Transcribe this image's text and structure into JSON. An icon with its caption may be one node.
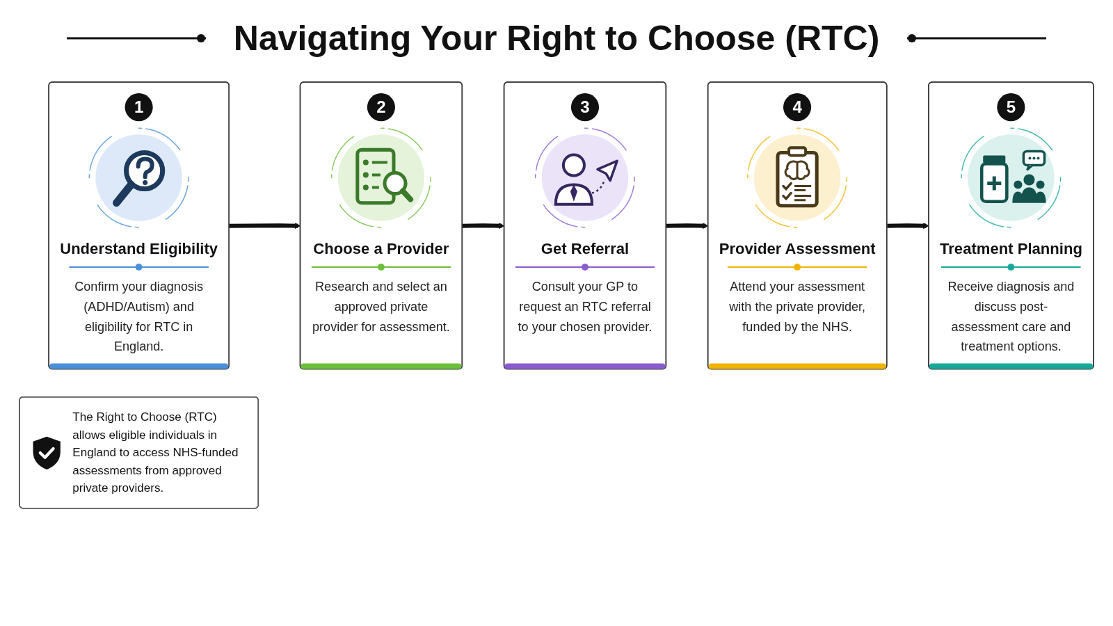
{
  "diagram": {
    "title": "Navigating Your Right to Choose (RTC)",
    "nodes": [
      {
        "text": [
          "1",
          "Understand Eligibility",
          "Confirm your diagnosis (ADHD/Autism) and eligibility for RTC in England."
        ]
      },
      {
        "text": [
          "2",
          "Choose a Provider",
          "Research and select an approved private provider for assessment."
        ]
      },
      {
        "text": [
          "3",
          "Get Referral",
          "Consult your GP to request an RTC referral to your chosen provider."
        ]
      },
      {
        "text": [
          "4",
          "Provider Assessment",
          "Attend your assessment with the private provider, funded by the NHS."
        ]
      },
      {
        "text": [
          "5",
          "Treatment Planning",
          "Receive diagnosis and discuss post-assessment care and treatment options."
        ]
      },
      {
        "text": [
          "The Right to Choose (RTC) allows eligible individuals in England to access NHS-funded assessments from approved private providers."
        ]
      }
    ],
    "edges": [
      {
        "from": 0,
        "to": 1,
        "arrow": "to"
      },
      {
        "from": 1,
        "to": 2,
        "arrow": "to"
      },
      {
        "from": 2,
        "to": 3,
        "arrow": "to"
      },
      {
        "from": 3,
        "to": 4,
        "arrow": "to"
      }
    ]
  }
}
